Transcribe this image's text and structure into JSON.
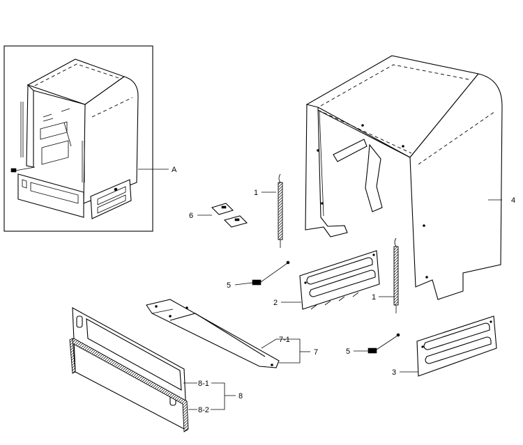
{
  "labels": {
    "inset": "A",
    "spring_left": "1",
    "spring_right": "1",
    "bracket_left": "2",
    "bracket_right": "3",
    "cabinet": "4",
    "cord_left": "5",
    "cord_right": "5",
    "plate": "6",
    "rail_group": "7",
    "rail_sub": "7-1",
    "panel_group": "8",
    "panel_sub1": "8-1",
    "panel_sub2": "8-2"
  }
}
